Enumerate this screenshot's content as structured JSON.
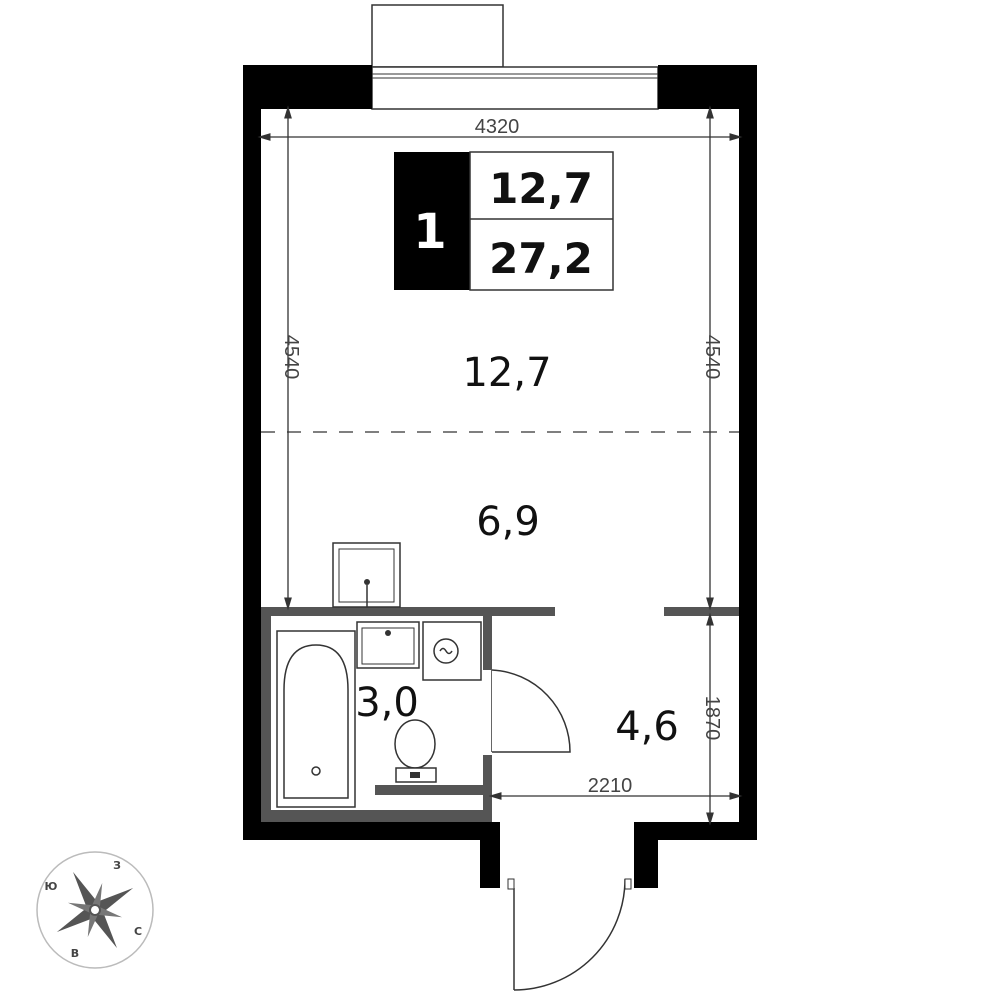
{
  "rooms_badge": {
    "rooms": "1",
    "living_area": "12,7",
    "total_area": "27,2"
  },
  "rooms": {
    "living_room": "12,7",
    "kitchen_zone": "6,9",
    "bathroom": "3,0",
    "hallway": "4,6"
  },
  "dimensions": {
    "top_width": "4320",
    "left_height": "4540",
    "right_height": "4540",
    "hall_height": "1870",
    "hall_width": "2210"
  },
  "compass": {
    "north": "С",
    "south": "Ю",
    "west": "З",
    "east": "В"
  },
  "colors": {
    "wall": "#000000",
    "partition": "#555555",
    "line": "#333333",
    "background": "#ffffff"
  }
}
